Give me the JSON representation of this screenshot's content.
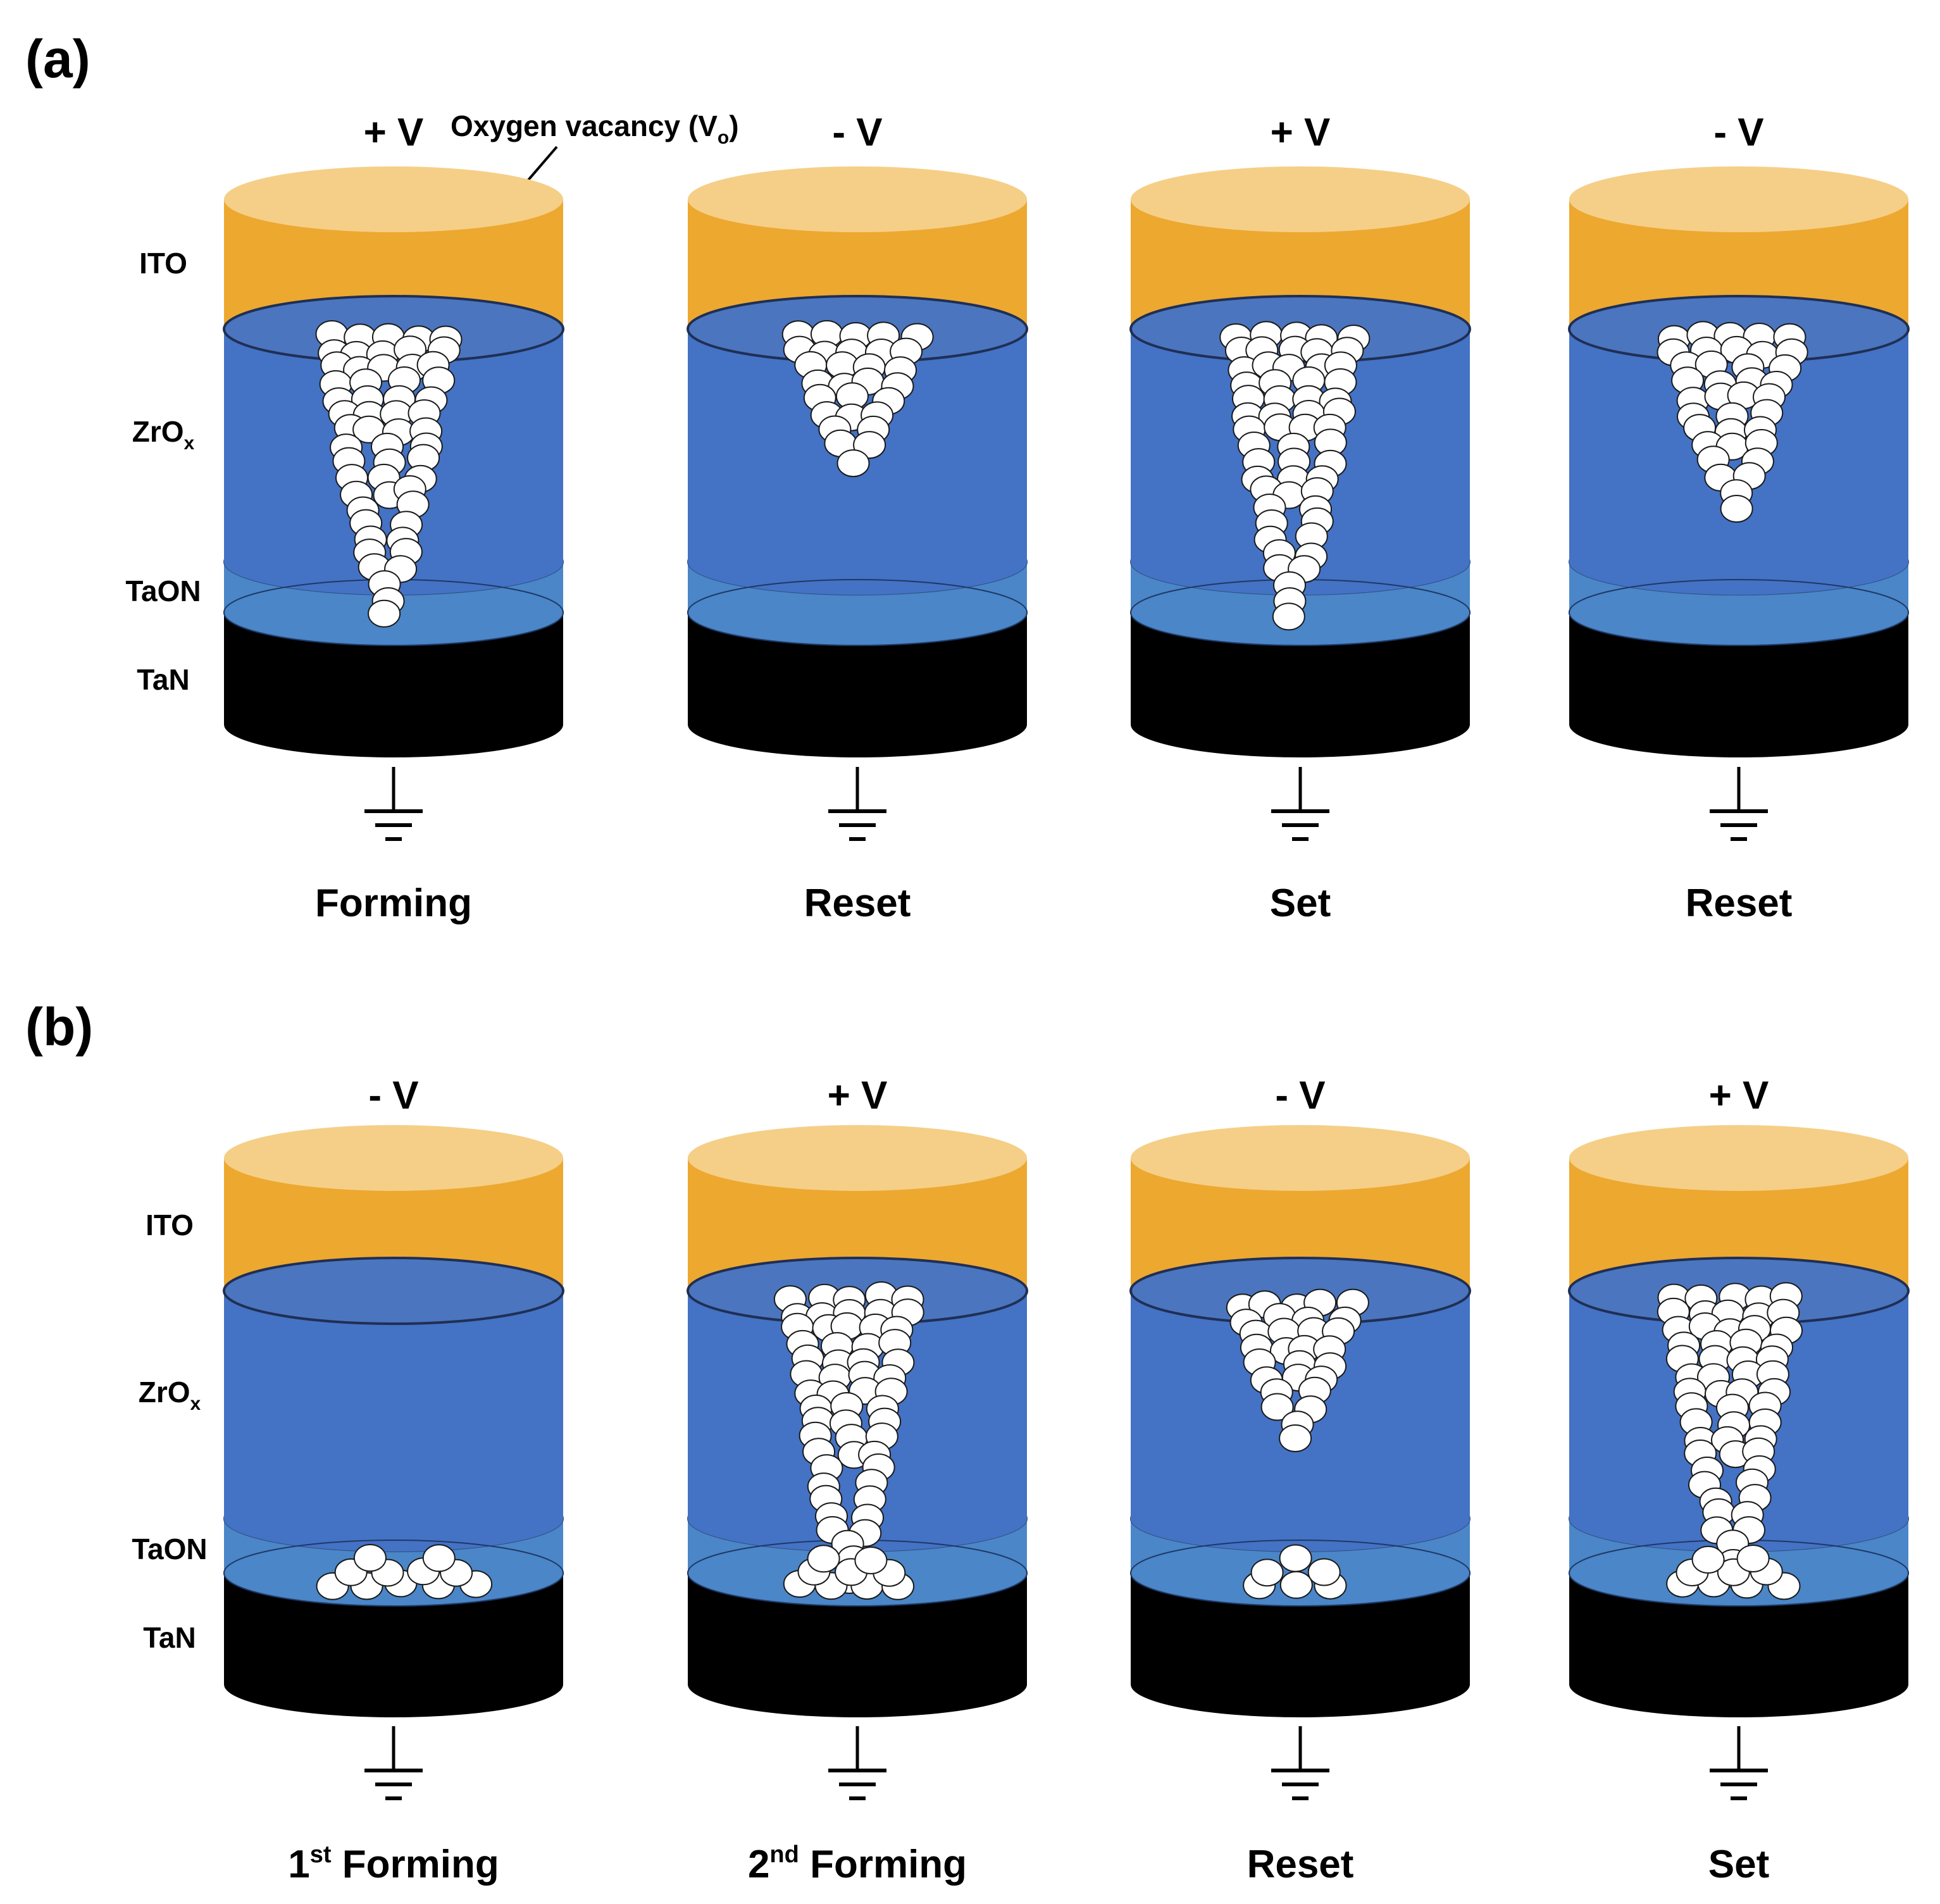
{
  "panels": [
    {
      "tag": "(a)",
      "layer_labels": {
        "ito": "ITO",
        "zro": "ZrO",
        "zro_sub": "x",
        "taon": "TaON",
        "tan": "TaN"
      },
      "annotation": {
        "text": "Oxygen vacancy (V",
        "sub": "o",
        "close": ")"
      },
      "devices": [
        {
          "voltage": "+ V",
          "step": "Forming",
          "sup": "",
          "step_rest": "",
          "filament": "full"
        },
        {
          "voltage": "- V",
          "step": "Reset",
          "sup": "",
          "step_rest": "",
          "filament": "top-short"
        },
        {
          "voltage": "+ V",
          "step": "Set",
          "sup": "",
          "step_rest": "",
          "filament": "full"
        },
        {
          "voltage": "- V",
          "step": "Reset",
          "sup": "",
          "step_rest": "",
          "filament": "top-medium"
        }
      ]
    },
    {
      "tag": "(b)",
      "layer_labels": {
        "ito": "ITO",
        "zro": "ZrO",
        "zro_sub": "x",
        "taon": "TaON",
        "tan": "TaN"
      },
      "devices": [
        {
          "voltage": "- V",
          "step": "1",
          "sup": "st",
          "step_rest": " Forming",
          "filament": "bottom-pile"
        },
        {
          "voltage": "+ V",
          "step": "2",
          "sup": "nd",
          "step_rest": " Forming",
          "filament": "full"
        },
        {
          "voltage": "- V",
          "step": "Reset",
          "sup": "",
          "step_rest": "",
          "filament": "split"
        },
        {
          "voltage": "+ V",
          "step": "Set",
          "sup": "",
          "step_rest": "",
          "filament": "full"
        }
      ]
    }
  ],
  "colors": {
    "ito_top": "#F5CF87",
    "ito_side": "#EDA830",
    "zro": "#4472C4",
    "taon_top": "#85ACD6",
    "taon_side": "#4A86C8",
    "tan_top": "#2E75B6",
    "tan_side": "#000000",
    "vacancy": "#FFFFFF"
  }
}
